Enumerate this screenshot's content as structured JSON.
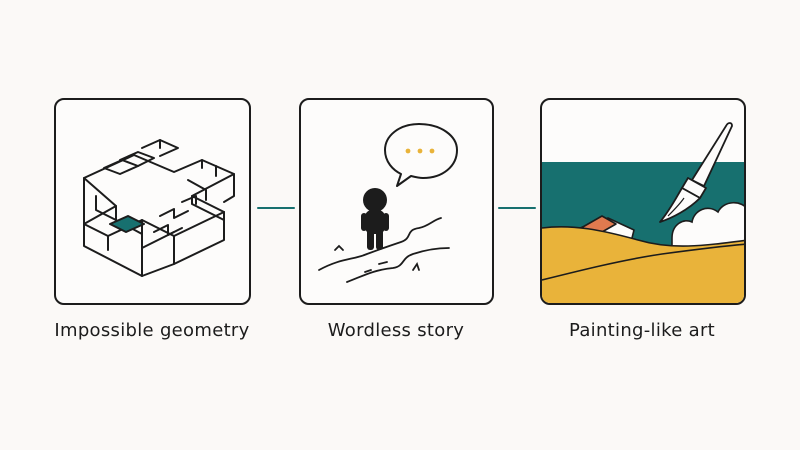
{
  "colors": {
    "ink": "#1c1c1c",
    "teal": "#17706f",
    "mustard": "#e9b33a",
    "terracotta": "#e07a4f",
    "background": "#fbf9f7"
  },
  "panels": [
    {
      "caption": "Impossible geometry",
      "icon": "impossible-staircase-icon"
    },
    {
      "caption": "Wordless story",
      "icon": "figure-with-speech-bubble-icon"
    },
    {
      "caption": "Painting-like art",
      "icon": "paintbrush-landscape-icon"
    }
  ]
}
